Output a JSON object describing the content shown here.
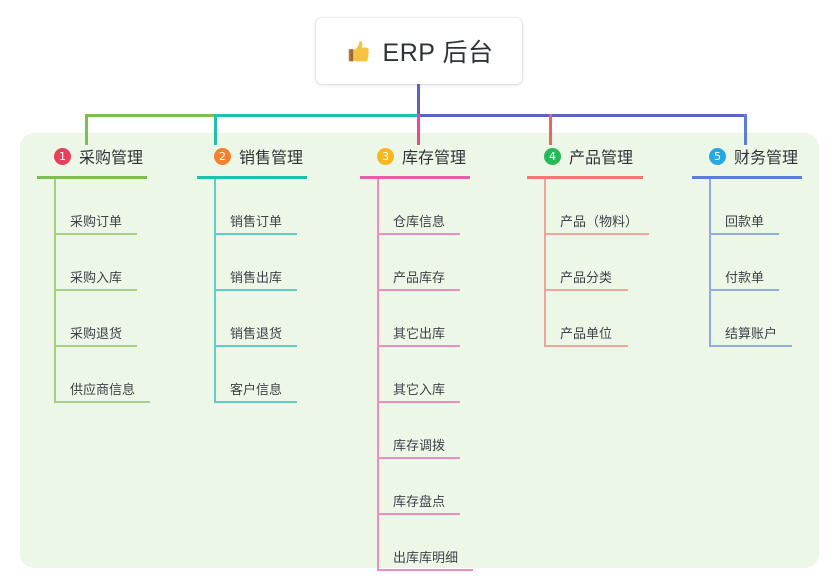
{
  "diagram": {
    "type": "mind-map",
    "root": {
      "icon": "thumbs-up-icon",
      "title": "ERP 后台"
    },
    "panel_color": "#edf7e8",
    "trunk_color": "#5b62c4",
    "branches": [
      {
        "number": "1",
        "label": "采购管理",
        "badge_color": "#e8405a",
        "line_color": "#7dbf4f",
        "connector_color": "#7dbf4f",
        "items": [
          "采购订单",
          "采购入库",
          "采购退货",
          "供应商信息"
        ]
      },
      {
        "number": "2",
        "label": "销售管理",
        "badge_color": "#f5812f",
        "line_color": "#1fc0ac",
        "connector_color": "#1fc0ac",
        "items": [
          "销售订单",
          "销售出库",
          "销售退货",
          "客户信息"
        ]
      },
      {
        "number": "3",
        "label": "库存管理",
        "badge_color": "#f5b820",
        "line_color": "#e65fa8",
        "connector_color": "#ec4899",
        "items": [
          "仓库信息",
          "产品库存",
          "其它出库",
          "其它入库",
          "库存调拨",
          "库存盘点",
          "出库库明细"
        ]
      },
      {
        "number": "4",
        "label": "产品管理",
        "badge_color": "#22bb55",
        "line_color": "#f07a72",
        "connector_color": "#f2635e",
        "items": [
          "产品（物料）",
          "产品分类",
          "产品单位"
        ]
      },
      {
        "number": "5",
        "label": "财务管理",
        "badge_color": "#25a9e0",
        "line_color": "#5b7fd4",
        "connector_color": "#5b7fd4",
        "items": [
          "回款单",
          "付款单",
          "结算账户"
        ]
      }
    ]
  }
}
